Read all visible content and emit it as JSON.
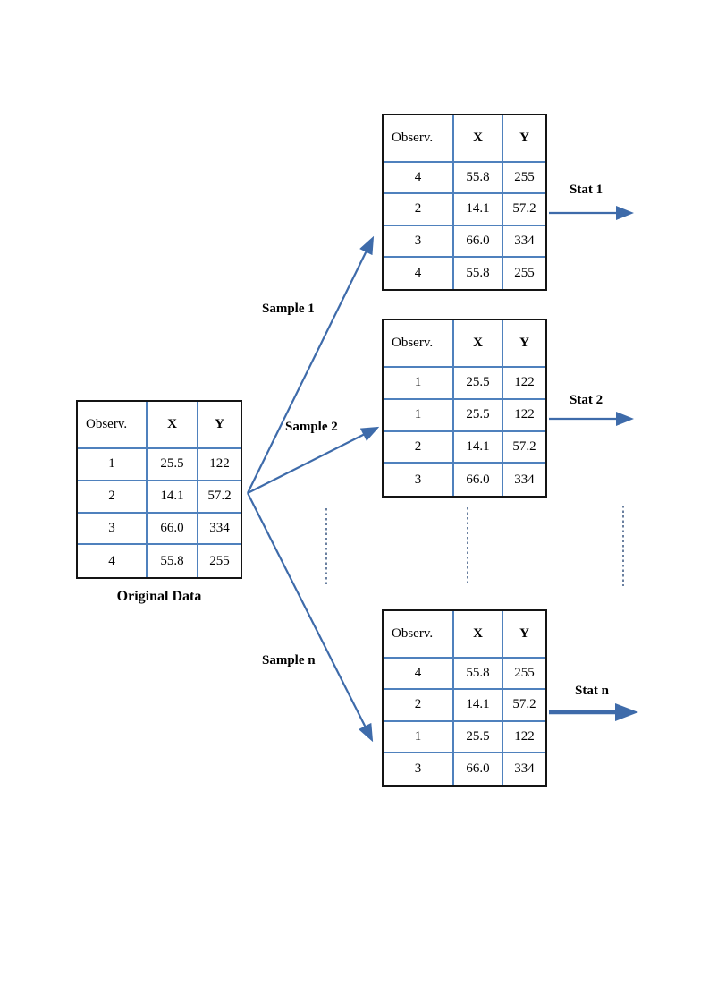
{
  "colors": {
    "grid_blue": "#4f81bd",
    "arrow_blue": "#3e6baa",
    "table_border": "#141414",
    "dots_navy": "#2b4a77",
    "background": "#ffffff"
  },
  "original_table": {
    "caption": "Original Data",
    "headers": [
      "Observ.",
      "X",
      "Y"
    ],
    "rows": [
      [
        "1",
        "25.5",
        "122"
      ],
      [
        "2",
        "14.1",
        "57.2"
      ],
      [
        "3",
        "66.0",
        "334"
      ],
      [
        "4",
        "55.8",
        "255"
      ]
    ]
  },
  "sample_tables": [
    {
      "arrow_label": "Sample 1",
      "stat_label": "Stat 1",
      "headers": [
        "Observ.",
        "X",
        "Y"
      ],
      "rows": [
        [
          "4",
          "55.8",
          "255"
        ],
        [
          "2",
          "14.1",
          "57.2"
        ],
        [
          "3",
          "66.0",
          "334"
        ],
        [
          "4",
          "55.8",
          "255"
        ]
      ]
    },
    {
      "arrow_label": "Sample 2",
      "stat_label": "Stat 2",
      "headers": [
        "Observ.",
        "X",
        "Y"
      ],
      "rows": [
        [
          "1",
          "25.5",
          "122"
        ],
        [
          "1",
          "25.5",
          "122"
        ],
        [
          "2",
          "14.1",
          "57.2"
        ],
        [
          "3",
          "66.0",
          "334"
        ]
      ]
    },
    {
      "arrow_label": "Sample n",
      "stat_label": "Stat n",
      "headers": [
        "Observ.",
        "X",
        "Y"
      ],
      "rows": [
        [
          "4",
          "55.8",
          "255"
        ],
        [
          "2",
          "14.1",
          "57.2"
        ],
        [
          "1",
          "25.5",
          "122"
        ],
        [
          "3",
          "66.0",
          "334"
        ]
      ]
    }
  ]
}
